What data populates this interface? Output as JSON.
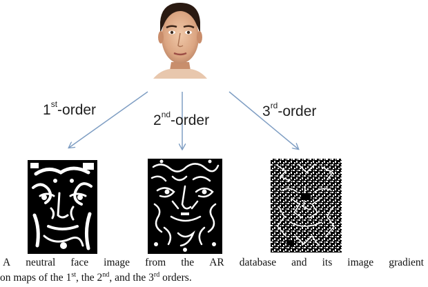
{
  "figure": {
    "face_image": {
      "description_icon": "face-photo"
    },
    "labels": [
      {
        "number": "1",
        "suffix": "st",
        "rest": "-order"
      },
      {
        "number": "2",
        "suffix": "nd",
        "rest": "-order"
      },
      {
        "number": "3",
        "suffix": "rd",
        "rest": "-order"
      }
    ],
    "maps": [
      {
        "order": "1st"
      },
      {
        "order": "2nd"
      },
      {
        "order": "3rd"
      }
    ],
    "arrow_color": "#7f9ec3"
  },
  "caption": {
    "line1_words": [
      "A",
      "neutral",
      "face",
      "image",
      "from",
      "the",
      "AR",
      "database",
      "and",
      "its",
      "image",
      "gradient"
    ],
    "line2_pre": "on maps of the 1",
    "line2_sup1": "st",
    "line2_mid1": ", the 2",
    "line2_sup2": "nd",
    "line2_mid2": ", and the 3",
    "line2_sup3": "rd",
    "line2_post": " orders."
  }
}
